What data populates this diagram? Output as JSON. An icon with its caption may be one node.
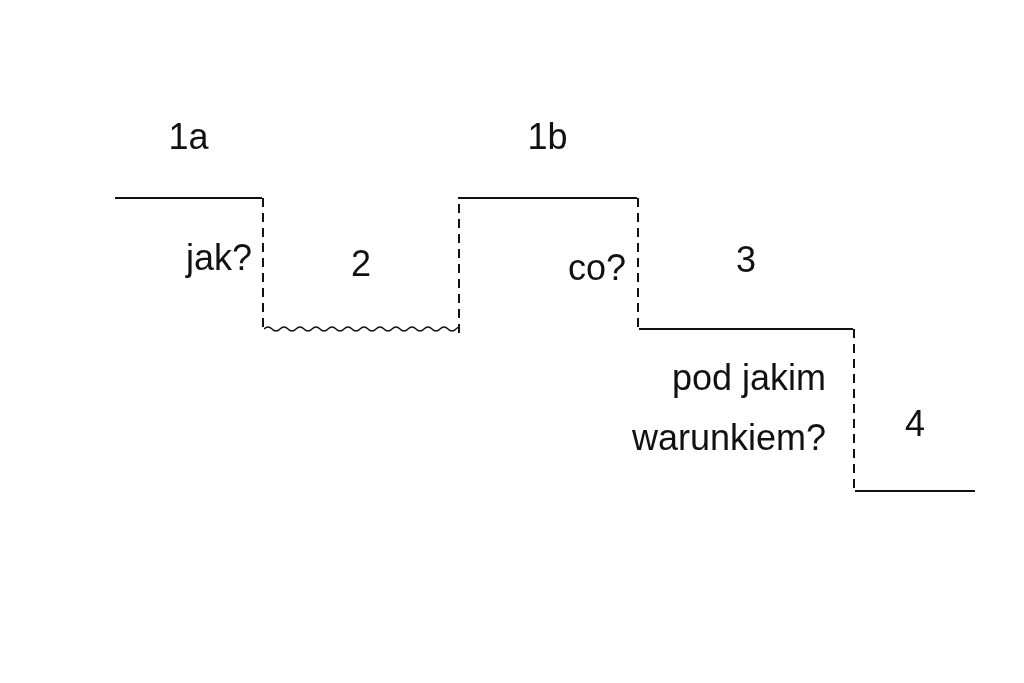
{
  "diagram": {
    "nodes": [
      {
        "text": [
          "1a"
        ]
      },
      {
        "text": [
          "2"
        ]
      },
      {
        "text": [
          "1b"
        ]
      },
      {
        "text": [
          "3"
        ]
      },
      {
        "text": [
          "4"
        ]
      }
    ],
    "edges": [
      {
        "from": 0,
        "to": 1,
        "arrow": "none",
        "style": "dashed",
        "label": "jak?"
      },
      {
        "from": 1,
        "to": 2,
        "arrow": "none",
        "style": "dashed"
      },
      {
        "from": 2,
        "to": 3,
        "arrow": "none",
        "style": "dashed",
        "label": "co?"
      },
      {
        "from": 3,
        "to": 4,
        "arrow": "none",
        "style": "dashed",
        "label": "pod jakim warunkiem?"
      }
    ]
  }
}
